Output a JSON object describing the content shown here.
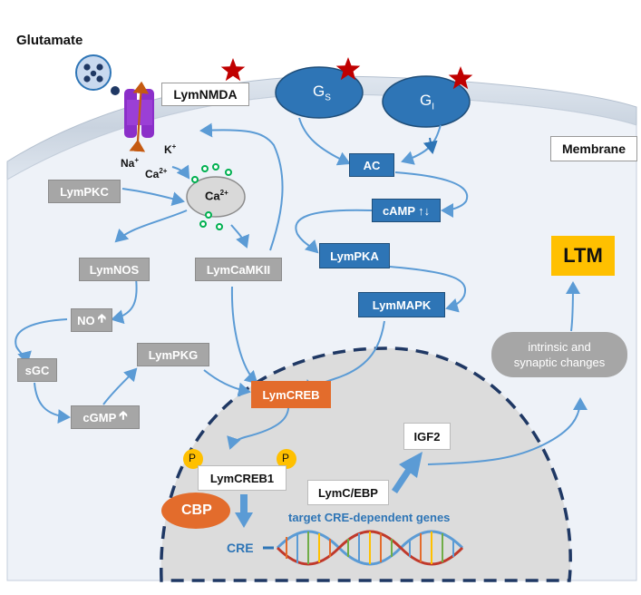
{
  "outside": {
    "glutamate": "Glutamate"
  },
  "membrane": {
    "label": "Membrane"
  },
  "receptors": {
    "nmda": "LymNMDA",
    "gs": "G",
    "gs_sub": "S",
    "gi": "G",
    "gi_sub": "I"
  },
  "ions": {
    "na": "Na",
    "na_sup": "+",
    "k": "K",
    "k_sup": "+",
    "ca": "Ca",
    "ca_sup": "2+",
    "ca_center": "Ca",
    "ca_center_sup": "2+"
  },
  "cytoplasm": {
    "lympkc": "LymPKC",
    "lymnos": "LymNOS",
    "lymcamkii": "LymCaMKII",
    "no": "NO",
    "sgc": "sGC",
    "lympkg": "LymPKG",
    "cgmp": "cGMP",
    "ac": "AC",
    "camp": "cAMP",
    "lympka": "LymPKA",
    "lymmapk": "LymMAPK"
  },
  "nucleus": {
    "lymcreb": "LymCREB",
    "lymcreb1": "LymCREB1",
    "p1": "P",
    "p2": "P",
    "cbp": "CBP",
    "cre": "CRE",
    "lymcebp": "LymC/EBP",
    "target_genes": "target CRE-dependent genes",
    "igf2": "IGF2"
  },
  "outcome": {
    "changes_line1": "intrinsic and",
    "changes_line2": "synaptic changes",
    "ltm": "LTM"
  },
  "colors": {
    "gray_box": "#a6a6a6",
    "blue_box": "#2e75b6",
    "orange_box": "#e36c2c",
    "arrow": "#5b9bd5",
    "star": "#c00000",
    "ltm_bg": "#ffc000",
    "nmda_channel": "#8b2fc9"
  }
}
